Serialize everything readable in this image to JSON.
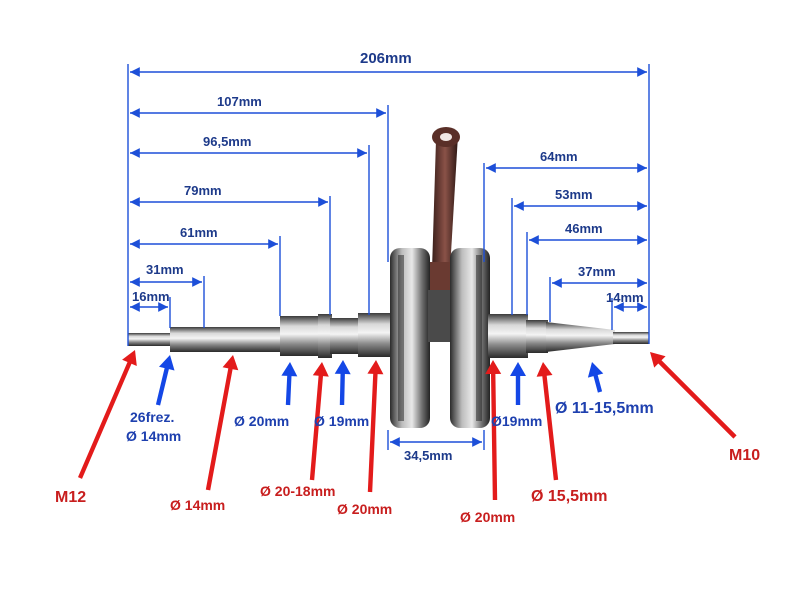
{
  "colors": {
    "dimension_line": "#1d4fd8",
    "blue_label": "#1e40af",
    "red_label": "#c81e1e",
    "red_arrow": "#e31b1b",
    "blue_arrow": "#1447e6"
  },
  "dimensions": {
    "total": "206mm",
    "d107": "107mm",
    "d96_5": "96,5mm",
    "d79": "79mm",
    "d61": "61mm",
    "d31": "31mm",
    "d16": "16mm",
    "d64": "64mm",
    "d53": "53mm",
    "d46": "46mm",
    "d37": "37mm",
    "d14": "14mm",
    "flywheel_gap": "34,5mm"
  },
  "callouts": {
    "m12": "M12",
    "splines_line1": "26frez.",
    "splines_line2": "Ø 14mm",
    "shaft_14": "Ø 14mm",
    "left_bearing_20": "Ø 20mm",
    "left_taper_20_18": "Ø 20-18mm",
    "left_thread_19": "Ø 19mm",
    "left_seat_20": "Ø 20mm",
    "right_19": "Ø19mm",
    "right_seat_20": "Ø 20mm",
    "right_15_5": "Ø 15,5mm",
    "right_taper": "Ø 11-15,5mm",
    "m10": "M10"
  }
}
